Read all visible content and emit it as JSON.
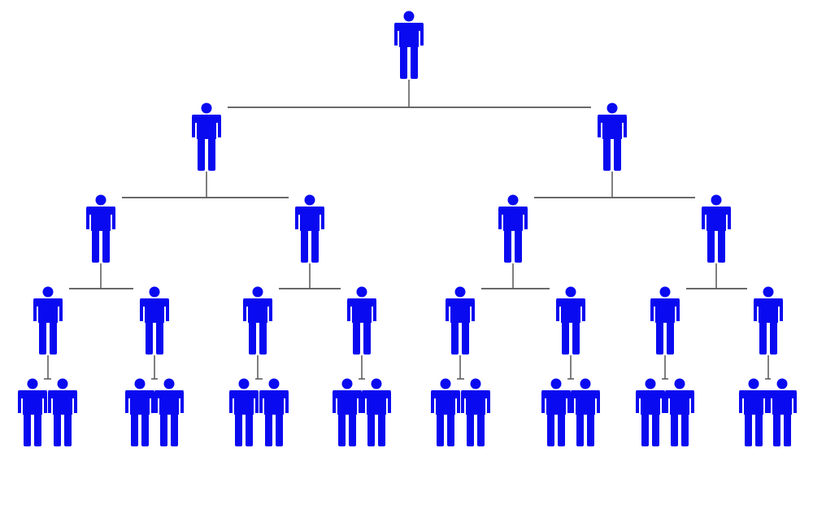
{
  "diagram": {
    "type": "hierarchy-tree",
    "levels": 5,
    "children_per_node": 2,
    "person_color": "#0a0af0",
    "connector_color": "#555555",
    "person_icon": "person-icon"
  }
}
